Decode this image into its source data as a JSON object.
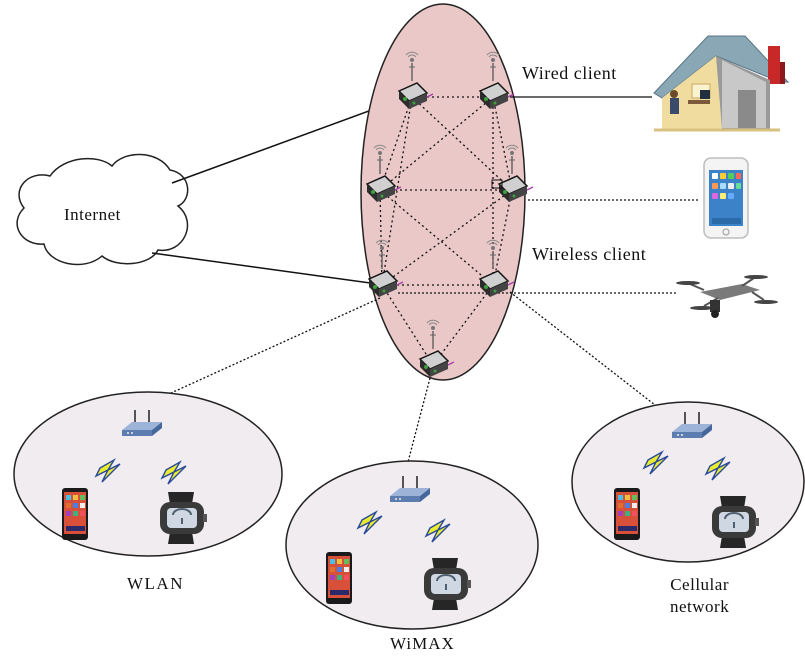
{
  "labels": {
    "internet": "Internet",
    "wired_client": "Wired client",
    "wireless_client": "Wireless client",
    "wlan": "WLAN",
    "wimax": "WiMAX",
    "cellular_line1": "Cellular",
    "cellular_line2": "network"
  },
  "colors": {
    "mesh_fill": "#ebc8c8",
    "cell_fill": "#f0ecef",
    "router": "#6f8fc0",
    "bolt": "#e6e62a",
    "house_wall": "#f1dca0",
    "roof": "#8aa7b5",
    "chimney": "#cc2a2a"
  },
  "icons": [
    "cloud-icon",
    "mesh-router-icon",
    "house-icon",
    "smartphone-icon",
    "drone-icon",
    "wifi-router-icon",
    "lightning-icon",
    "smartwatch-icon"
  ]
}
